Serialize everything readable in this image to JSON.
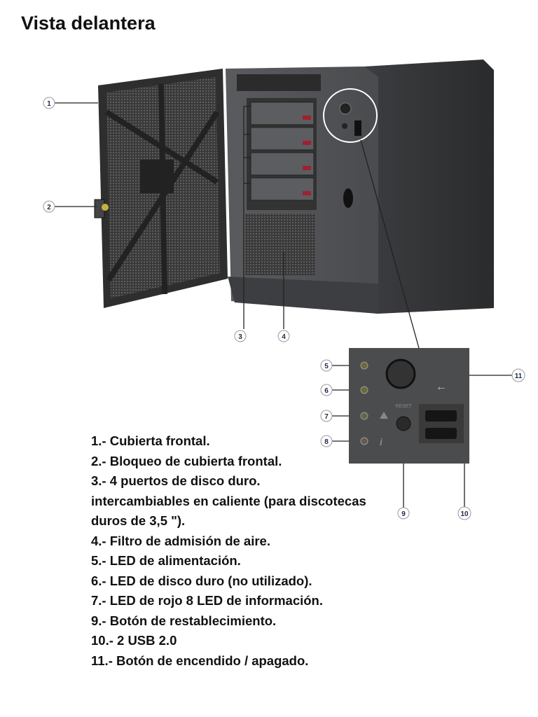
{
  "title": "Vista delantera",
  "callouts": [
    "1",
    "2",
    "3",
    "4",
    "5",
    "6",
    "7",
    "8",
    "9",
    "10",
    "11"
  ],
  "panel": {
    "reset_label": "RESET"
  },
  "legend": [
    "1.- Cubierta frontal.",
    "2.- Bloqueo de cubierta frontal.",
    "3.- 4 puertos de disco duro.",
    "intercambiables en caliente (para discotecas",
    "duros de 3,5 \").",
    "4.- Filtro de admisión de aire.",
    "5.- LED de alimentación.",
    "6.- LED de disco duro (no utilizado).",
    "7.- LED de rojo 8 LED de información.",
    "9.- Botón de restablecimiento.",
    "10.- 2 USB 2.0",
    "11.- Botón de encendido / apagado."
  ]
}
